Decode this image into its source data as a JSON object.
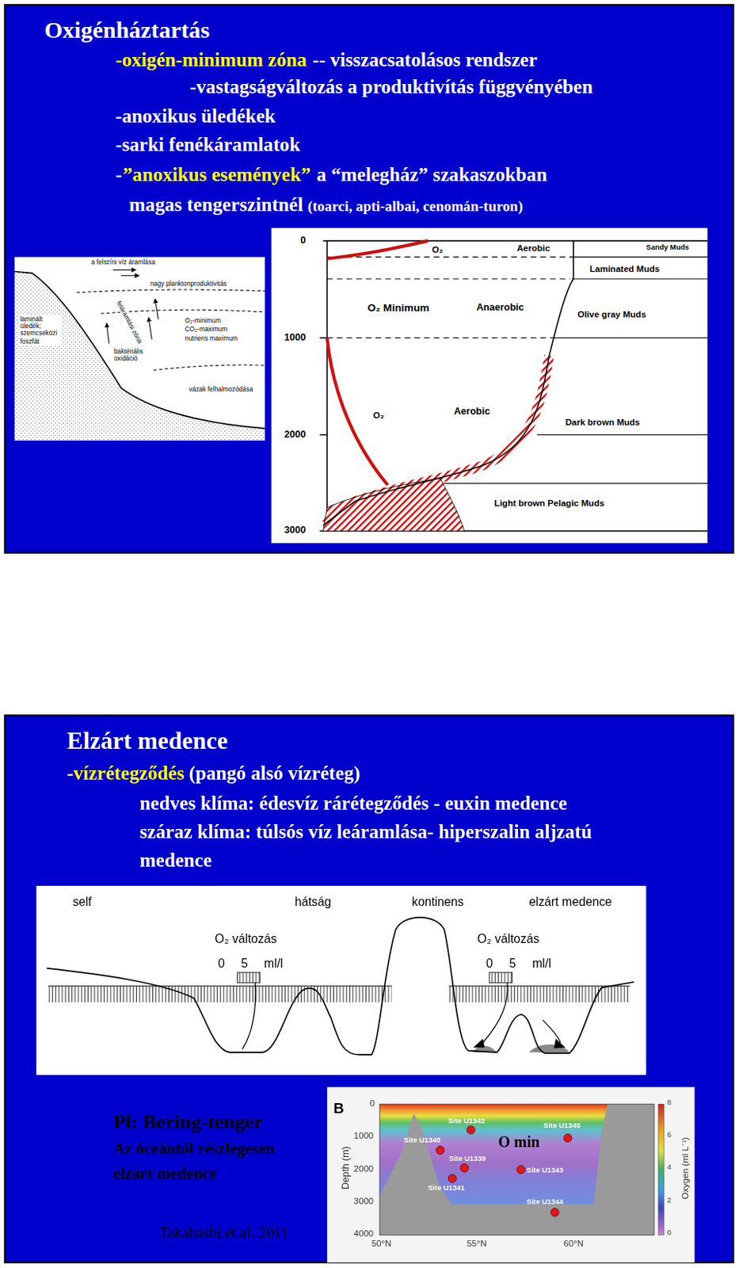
{
  "diagram": {
    "nodes": [
      {
        "text": [
          "Oxigénháztartás"
        ]
      },
      {
        "text": [
          "Elzárt medence"
        ]
      }
    ],
    "labels": [
      "-oxigén-minimum zóna",
      "-- visszacsatolásos rendszer",
      "-vastagságváltozás a produktivítás függvényében",
      "-anoxikus üledékek",
      "-sarki fenékáramlatok",
      "-",
      "”anoxikus események”",
      "a “melegház” szakaszokban",
      "magas tengerszintnél",
      "(toarci, apti-albai, cenomán-turon)",
      "a felszíni víz áramlása",
      "nagy planktonproduktivitás",
      "feláramlási zóna",
      "O₂-minimum",
      "CO₂-maximum",
      "nutriens maximum",
      "baktériális oxidáció",
      "vázak felhalmozódása",
      "laminált üledék; szemcseközi foszfát",
      "0",
      "1000",
      "2000",
      "3000",
      "O₂",
      "Aerobic",
      "Sandy Muds",
      "Laminated Muds",
      "O₂ Minimum",
      "Anaerobic",
      "Olive gray Muds",
      "O₂",
      "Aerobic",
      "Dark brown Muds",
      "Light brown Pelagic Muds",
      "-",
      "vízrétegződés",
      "(pangó alsó vízréteg)",
      "nedves klíma: édesvíz rárétegződés - euxin medence",
      "száraz klíma: túlsós víz leáramlása- hiperszalin aljzatú medence",
      "self",
      "hátság",
      "kontinens",
      "elzárt medence",
      "O₂ változás",
      "0 5 ml/l",
      "O₂ változás",
      "0 5 ml/l",
      "Pl: Bering-tenger",
      "Az óceántól részlegesen",
      "elzárt medence",
      "Takahashi et al. 2011",
      "B",
      "Depth (m)",
      "0",
      "1000",
      "2000",
      "3000",
      "4000",
      "50°N",
      "55°N",
      "60°N",
      "8",
      "6",
      "4",
      "2",
      "0",
      "Oxygen (ml L⁻¹)",
      "Site U1342",
      "Site U1345",
      "Site U1340",
      "Site U1339",
      "Site U1343",
      "Site U1341",
      "Site U1344",
      "O min"
    ]
  }
}
